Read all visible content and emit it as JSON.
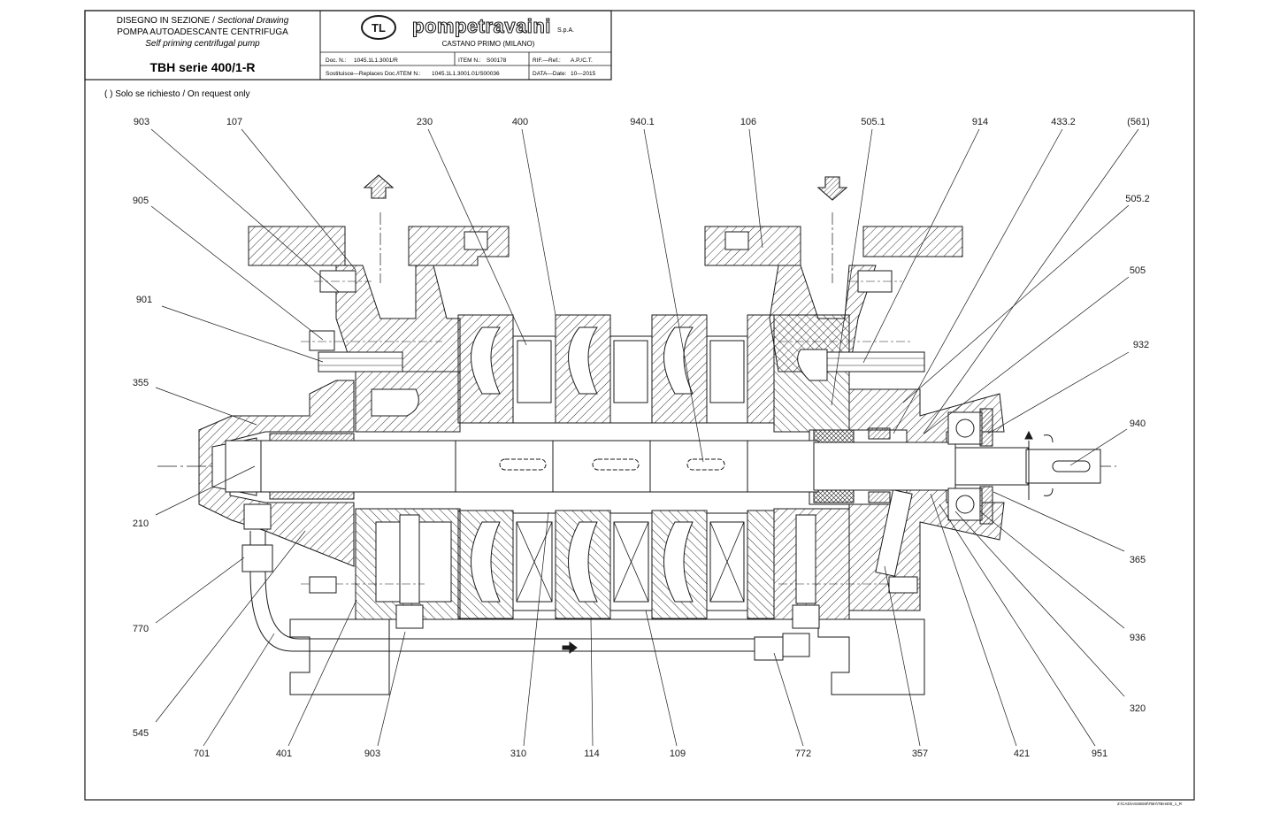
{
  "title_block": {
    "line1_it": "DISEGNO IN SEZIONE",
    "line1_sep": " / ",
    "line1_en": "Sectional Drawing",
    "line2_it": "POMPA AUTOADESCANTE CENTRIFUGA",
    "line3_en": "Self priming centrifugal pump",
    "model": "TBH serie 400/1-R",
    "brand": "pompetravaini",
    "brand_suffix": "S.p.A.",
    "brand_logo": "TL",
    "location": "CASTANO PRIMO  (MILANO)",
    "doc_label": "Doc. N.:",
    "doc_value": "1045.1L1.3001/R",
    "item_label": "ITEM N.:",
    "item_value": "S00178",
    "ref_label": "RIF.—Ref.:",
    "ref_value": "A.P./C.T.",
    "replaces_label": "Sostituisce—Replaces  Doc./ITEM  N.:",
    "replaces_value": "1045.1L1.3001.01/S00036",
    "date_label": "DATA—Date:",
    "date_value": "10—2015"
  },
  "note": "( ) Solo se richiesto / On request only",
  "footer_path": "Z:\\CAD\\ASSIEMI\\TBH\\TBH400_1_R",
  "callouts": {
    "top": [
      "903",
      "107",
      "230",
      "400",
      "940.1",
      "106",
      "505.1",
      "914",
      "433.2",
      "(561)"
    ],
    "left": [
      "905",
      "901",
      "355",
      "210",
      "770",
      "545"
    ],
    "right": [
      "505.2",
      "505",
      "932",
      "940",
      "365",
      "936",
      "320"
    ],
    "bottom": [
      "701",
      "401",
      "903",
      "310",
      "114",
      "109",
      "772",
      "357",
      "421",
      "951"
    ]
  },
  "colors": {
    "ink": "#1a1a1a",
    "paper": "#ffffff"
  },
  "icons": {
    "discharge": "up-arrow-icon",
    "suction": "down-arrow-icon",
    "rotation": "rotation-arrow-icon",
    "flow": "flow-arrow-icon"
  }
}
